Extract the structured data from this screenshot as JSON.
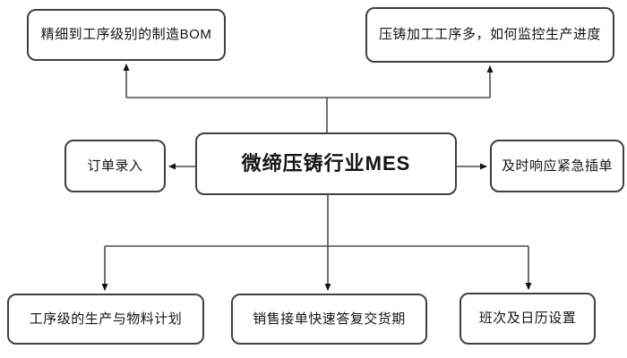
{
  "diagram": {
    "center_node": {
      "label": "微缔压铸行业MES"
    },
    "nodes": {
      "top_left": {
        "label": "精细到工序级别的制造BOM"
      },
      "top_right": {
        "label": "压铸加工工序多，如何监控生产进度"
      },
      "mid_left": {
        "label": "订单录入"
      },
      "mid_right": {
        "label": "及时响应紧急插单"
      },
      "bottom_left": {
        "label": "工序级的生产与物料计划"
      },
      "bottom_center": {
        "label": "销售接单快速答复交货期"
      },
      "bottom_right": {
        "label": "班次及日历设置"
      }
    },
    "colors": {
      "background": "#ffffff",
      "node_fill": "#ffffff",
      "node_border": "#404040",
      "line": "#4d4d4d",
      "arrowhead": "#141414",
      "text": "#141414"
    }
  }
}
